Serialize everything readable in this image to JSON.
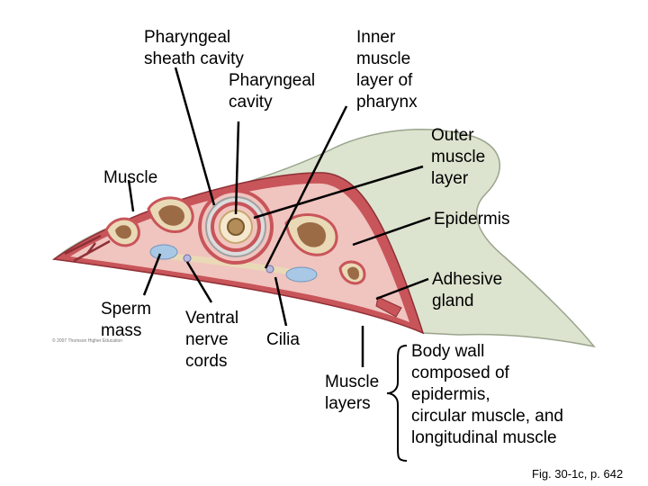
{
  "labels": {
    "pharyngeal_sheath_cavity": "Pharyngeal\nsheath cavity",
    "pharyngeal_cavity": "Pharyngeal\ncavity",
    "inner_muscle_layer": "Inner\nmuscle\nlayer of\npharynx",
    "outer_muscle_layer": "Outer\nmuscle\nlayer",
    "muscle": "Muscle",
    "epidermis": "Epidermis",
    "adhesive_gland": "Adhesive\ngland",
    "sperm_mass": "Sperm\nmass",
    "ventral_nerve_cords": "Ventral\nnerve\ncords",
    "cilia": "Cilia",
    "muscle_layers": "Muscle\nlayers",
    "body_wall": "Body wall\ncomposed of\nepidermis,\ncircular muscle, and\nlongitudinal muscle"
  },
  "caption": "Fig. 30-1c, p. 642",
  "copyright": "© 2007 Thomson Higher Education",
  "colors": {
    "text": "#000000",
    "body_outline": "#9aa48c",
    "body_fill": "#dce4cf",
    "muscle_red": "#c8555a",
    "tissue_pink": "#f0c4bf",
    "pocket_tan": "#ead9b6",
    "organ_brown": "#9b6b45",
    "sperm_blue": "#a8c8e6"
  }
}
